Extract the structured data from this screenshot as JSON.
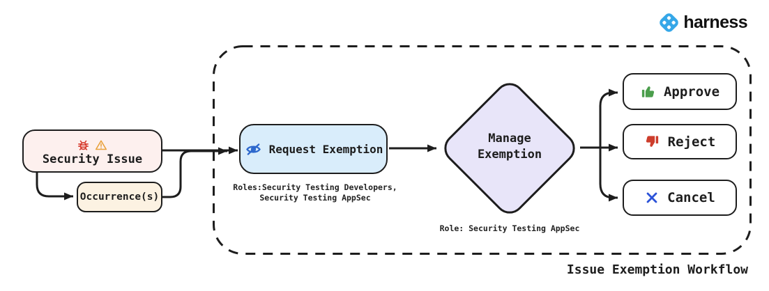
{
  "brand": {
    "name": "harness",
    "logo_color": "#35a7e8"
  },
  "colors": {
    "line": "#1d1d1d",
    "security_issue_fill": "#fdf0ee",
    "occurrences_fill": "#fcf2e2",
    "request_fill": "#d9edfb",
    "manage_fill": "#e8e5f9",
    "result_fill": "#ffffff",
    "bug_icon": "#d6392b",
    "warning_icon": "#e9a23c",
    "eye_slash_icon": "#2d68cd",
    "approve_icon": "#4b9e4c",
    "reject_icon": "#cd3d2c",
    "cancel_icon": "#2b52d8"
  },
  "diagram": {
    "title": "Issue Exemption Workflow",
    "nodes": {
      "security_issue": {
        "label": "Security Issue"
      },
      "occurrences": {
        "label": "Occurrence(s)"
      },
      "request_exemption": {
        "label": "Request Exemption",
        "note_line1": "Roles:Security Testing Developers,",
        "note_line2": "Security Testing AppSec"
      },
      "manage_exemption": {
        "label_line1": "Manage",
        "label_line2": "Exemption",
        "note": "Role: Security Testing AppSec"
      },
      "approve": {
        "label": "Approve"
      },
      "reject": {
        "label": "Reject"
      },
      "cancel": {
        "label": "Cancel"
      }
    }
  }
}
